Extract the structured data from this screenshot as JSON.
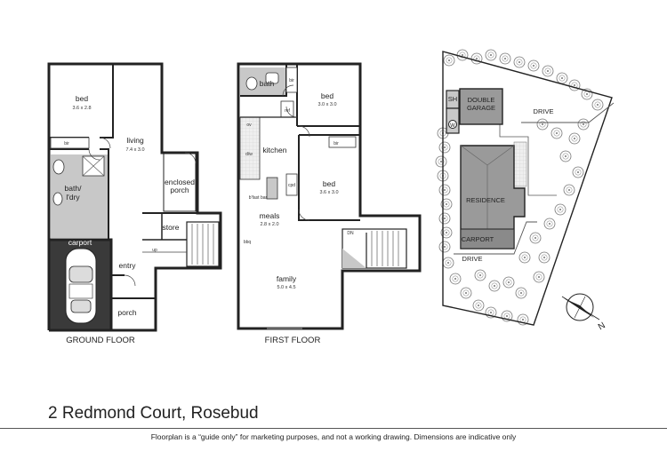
{
  "ground_floor": {
    "label": "GROUND FLOOR",
    "rooms": {
      "bed": {
        "name": "bed",
        "dim": "3.6 x 2.8"
      },
      "living": {
        "name": "living",
        "dim": "7.4 x 3.0"
      },
      "bath": {
        "name": "bath/\nl'dry",
        "line1": "bath/",
        "line2": "l'dry"
      },
      "enclosed_porch": {
        "line1": "enclosed",
        "line2": "porch"
      },
      "store": {
        "name": "store"
      },
      "carport": {
        "name": "carport"
      },
      "entry": {
        "name": "entry"
      },
      "porch": {
        "name": "porch"
      }
    },
    "small_labels": {
      "bir": "bir",
      "up": "up"
    }
  },
  "first_floor": {
    "label": "FIRST FLOOR",
    "rooms": {
      "bath": {
        "name": "bath"
      },
      "bed1": {
        "name": "bed",
        "dim": "3.0 x 3.0"
      },
      "kitchen": {
        "name": "kitchen"
      },
      "bed2": {
        "name": "bed",
        "dim": "3.6 x 3.0"
      },
      "meals": {
        "name": "meals",
        "dim": "2.8 x 2.0"
      },
      "family": {
        "name": "family",
        "dim": "5.0 x 4.5"
      }
    },
    "small_labels": {
      "bir1": "bir",
      "bir2": "bir",
      "ref": "ref",
      "ov": "ov",
      "dw": "d/w",
      "bfb": "b'fast bar",
      "cpd": "cpd",
      "bbq": "bbq",
      "dn": "DN"
    }
  },
  "site": {
    "sh": "SH",
    "w": "W",
    "garage_line1": "DOUBLE",
    "garage_line2": "GARAGE",
    "drive_top": "DRIVE",
    "residence": "RESIDENCE",
    "carport": "CARPORT",
    "drive_bottom": "DRIVE",
    "north": "N"
  },
  "address": "2 Redmond Court, Rosebud",
  "disclaimer": "Floorplan is a  “guide only” for marketing purposes, and not a working drawing.  Dimensions are indicative only",
  "colors": {
    "wall": "#222222",
    "wet_area": "#c8c8c8",
    "carport_fill": "#3a3a3a",
    "residence_fill": "#9a9a9a",
    "tree": "#7a7a7a"
  }
}
